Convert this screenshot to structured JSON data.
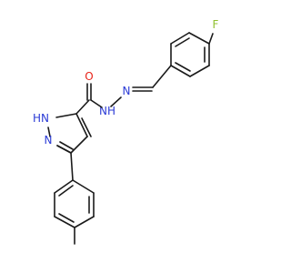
{
  "molecule": {
    "atoms": {
      "fluorine": {
        "symbol": "F",
        "color": "#90c030"
      },
      "carbonyl_oxygen": {
        "symbol": "O",
        "color": "#e8241a"
      },
      "amide_nh": {
        "symbol": "NH",
        "hydrogen_below": "H",
        "color": "#2b3bd6"
      },
      "imine_n": {
        "symbol": "N",
        "color": "#2b3bd6"
      },
      "pyrazole_nh": {
        "symbol": "HN",
        "label_n": "N",
        "label_h": "H",
        "color": "#2b3bd6"
      },
      "pyrazole_n": {
        "symbol": "N",
        "color": "#2b3bd6"
      }
    }
  }
}
